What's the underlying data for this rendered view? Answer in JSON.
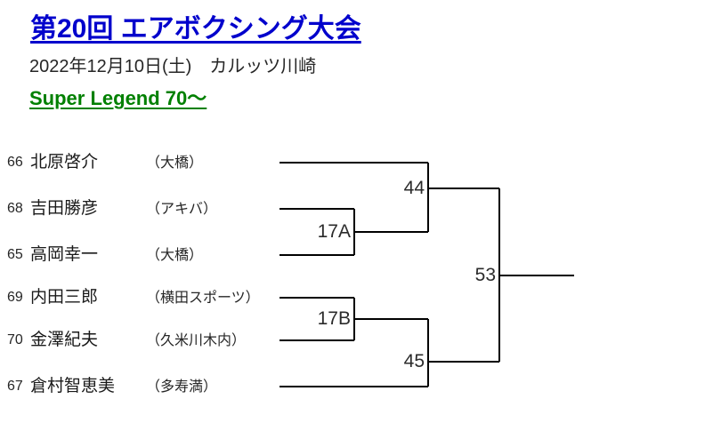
{
  "header": {
    "title": "第20回 エアボクシング大会",
    "date": "2022年12月10日(土)　カルッツ川崎",
    "category": "Super Legend 70〜",
    "title_color": "#0000cc",
    "category_color": "#008000",
    "date_color": "#262626"
  },
  "participants": [
    {
      "number": "66",
      "name": "北原啓介",
      "club": "（大橋）"
    },
    {
      "number": "68",
      "name": "吉田勝彦",
      "club": "（アキバ）"
    },
    {
      "number": "65",
      "name": "高岡幸一",
      "club": "（大橋）"
    },
    {
      "number": "69",
      "name": "内田三郎",
      "club": "（横田スポーツ）"
    },
    {
      "number": "70",
      "name": "金澤紀夫",
      "club": "（久米川木内）"
    },
    {
      "number": "67",
      "name": "倉村智恵美",
      "club": "（多寿満）"
    }
  ],
  "bracket": {
    "matches": [
      {
        "label": "17A",
        "round": 1,
        "half": "upper"
      },
      {
        "label": "44",
        "round": 2,
        "half": "upper"
      },
      {
        "label": "17B",
        "round": 1,
        "half": "lower"
      },
      {
        "label": "45",
        "round": 2,
        "half": "lower"
      },
      {
        "label": "53",
        "round": 3,
        "half": "final"
      }
    ],
    "line_color": "#000000"
  }
}
